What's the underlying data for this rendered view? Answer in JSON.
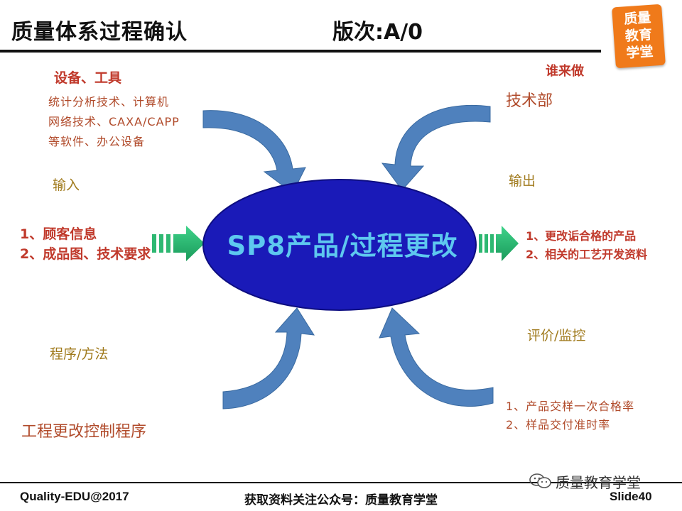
{
  "header": {
    "title": "质量体系过程确认",
    "version": "版次:A/0"
  },
  "logo": {
    "lines": [
      "质量",
      "教育",
      "学堂"
    ]
  },
  "labels": {
    "equipment": "设备、工具",
    "who": "谁来做",
    "input": "输入",
    "output": "输出",
    "procedure": "程序/方法",
    "evaluation": "评价/监控"
  },
  "equipment_lines": [
    "统计分析技术、计算机",
    "网络技术、CAXA/CAPP",
    "等软件、办公设备"
  ],
  "who_value": "技术部",
  "inputs": [
    "1、顾客信息",
    "2、成品图、技术要求"
  ],
  "center_label": "SP8产品/过程更改",
  "outputs": [
    "1、更改诟合格的产品",
    "2、相关的工艺开发资料"
  ],
  "evaluation_items": [
    "1、产品交样一次合格率",
    "2、样品交付准时率"
  ],
  "procedure_value": "工程更改控制程序",
  "footer": {
    "left": "Quality-EDU@2017",
    "middle": "获取资料关注公众号：质量教育学堂",
    "watermark": "质量教育学堂",
    "slide": "Slide40"
  },
  "colors": {
    "ellipse_fill": "#1a1ab8",
    "arrow_blue": "#4f81bd",
    "arrow_green": "#2eb872",
    "center_text": "#5ec8ef",
    "logo_orange": "#f07a1a"
  }
}
